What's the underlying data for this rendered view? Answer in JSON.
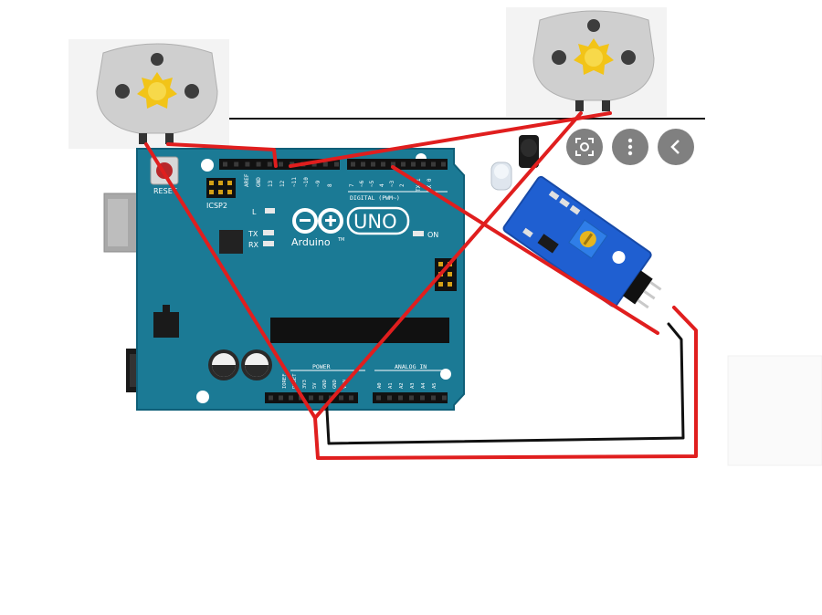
{
  "board": {
    "name": "UNO",
    "brand": "Arduino",
    "trademark": "TM",
    "reset_label": "RESET",
    "icsp_label": "ICSP2",
    "digital_label": "DIGITAL (PWM~)",
    "power_label": "POWER",
    "analog_label": "ANALOG IN",
    "led_l": "L",
    "led_tx": "TX",
    "led_rx": "RX",
    "led_on": "ON",
    "pin_aref": "AREF",
    "pin_gnd": "GND",
    "pin_13": "13",
    "pin_12": "12",
    "pin_11": "~11",
    "pin_10": "~10",
    "pin_9": "~9",
    "pin_8": "8",
    "pin_7": "7",
    "pin_6": "~6",
    "pin_5": "~5",
    "pin_4": "4",
    "pin_3": "~3",
    "pin_2": "2",
    "pin_tx1": "TX 1",
    "pin_rx0": "RX 0",
    "pin_ioref": "IOREF",
    "pin_reset": "RESET",
    "pin_3v3": "3V3",
    "pin_5v": "5V",
    "pin_gnd_p1": "GND",
    "pin_gnd_p2": "GND",
    "pin_vin": "VIN",
    "pin_a0": "A0",
    "pin_a1": "A1",
    "pin_a2": "A2",
    "pin_a3": "A3",
    "pin_a4": "A4",
    "pin_a5": "A5"
  },
  "colors": {
    "board": "#1b7a95",
    "board_dark": "#0f5f78",
    "wire_red": "#e01e1e",
    "wire_black": "#111111",
    "sensor_board": "#1f5fd1",
    "motor_body": "#cfcfcf",
    "motor_gear": "#f2c418",
    "toolbar_btn": "#6f6f6f"
  },
  "toolbar": {
    "lens_icon": "lens-icon",
    "more_icon": "more-vertical-icon",
    "back_icon": "chevron-left-icon"
  }
}
